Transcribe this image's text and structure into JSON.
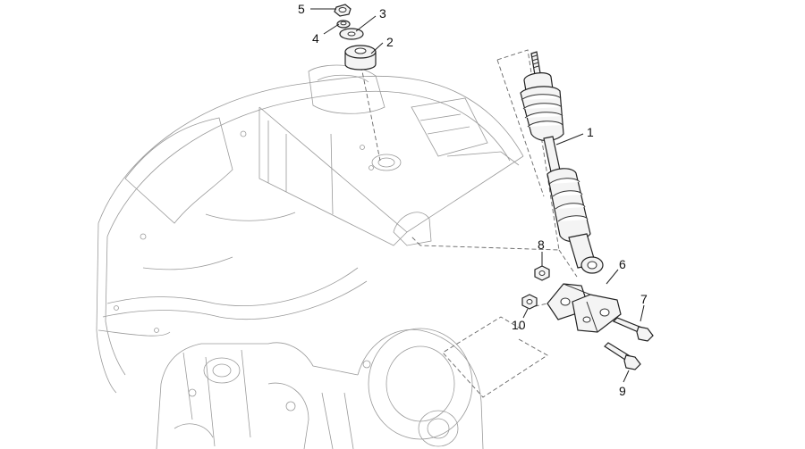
{
  "diagram": {
    "callouts": [
      {
        "id": "1",
        "label": "1",
        "part": "shock-absorber"
      },
      {
        "id": "2",
        "label": "2",
        "part": "rubber-bushing"
      },
      {
        "id": "3",
        "label": "3",
        "part": "washer"
      },
      {
        "id": "4",
        "label": "4",
        "part": "cup-washer"
      },
      {
        "id": "5",
        "label": "5",
        "part": "top-nut"
      },
      {
        "id": "6",
        "label": "6",
        "part": "lower-mount-bracket"
      },
      {
        "id": "7",
        "label": "7",
        "part": "bracket-bolt"
      },
      {
        "id": "8",
        "label": "8",
        "part": "shock-nut"
      },
      {
        "id": "9",
        "label": "9",
        "part": "shock-bolt"
      },
      {
        "id": "10",
        "label": "10",
        "part": "bracket-nut"
      }
    ]
  }
}
